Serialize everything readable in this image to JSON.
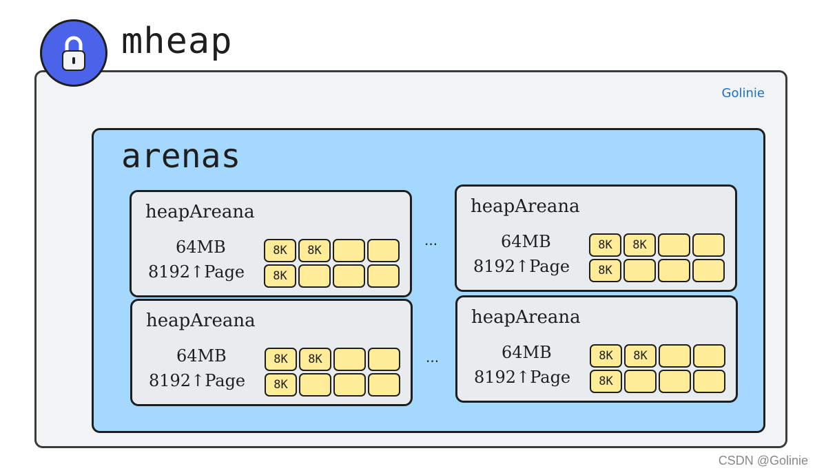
{
  "title": "mheap",
  "brand": "Golinie",
  "watermark": "CSDN @Golinie",
  "arenas_label": "arenas",
  "ellipsis": "...",
  "colors": {
    "lock_badge": "#4a63e8",
    "outer_bg": "#f1f3f5",
    "arenas_bg": "#a5d8ff",
    "card_bg": "#e9ecef",
    "page_fill": "#ffec99",
    "brand_text": "#1971c2"
  },
  "icon": "lock-icon",
  "cards": [
    {
      "title": "heapAreana",
      "size": "64MB",
      "pages": "8192↑Page",
      "cells": [
        "8K",
        "8K",
        "",
        "",
        "8K",
        "",
        "",
        ""
      ]
    },
    {
      "title": "heapAreana",
      "size": "64MB",
      "pages": "8192↑Page",
      "cells": [
        "8K",
        "8K",
        "",
        "",
        "8K",
        "",
        "",
        ""
      ]
    },
    {
      "title": "heapAreana",
      "size": "64MB",
      "pages": "8192↑Page",
      "cells": [
        "8K",
        "8K",
        "",
        "",
        "8K",
        "",
        "",
        ""
      ]
    },
    {
      "title": "heapAreana",
      "size": "64MB",
      "pages": "8192↑Page",
      "cells": [
        "8K",
        "8K",
        "",
        "",
        "8K",
        "",
        "",
        ""
      ]
    }
  ]
}
